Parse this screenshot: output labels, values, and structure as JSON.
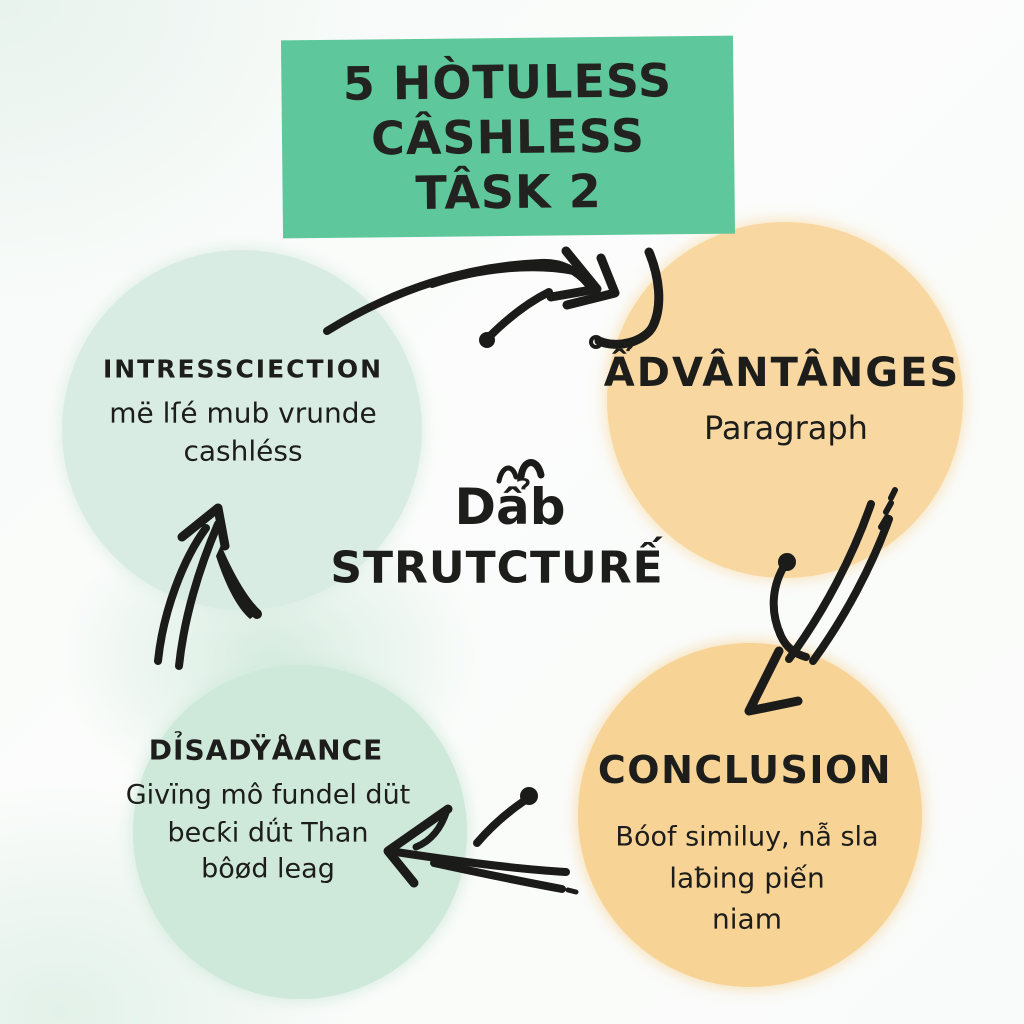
{
  "banner": {
    "line1": "5 HÒTULESS",
    "line2": "CÂSHLESS",
    "line3": "TÂSK 2",
    "bg_color": "#5ec79c"
  },
  "center": {
    "word": "Dẩb",
    "subtitle": "STRUTCTURẾ"
  },
  "nodes": {
    "introduction": {
      "heading": "INTRESSCIECTION",
      "line1": "më lſé mub vrunde",
      "line2": "cashléss",
      "color": "#d9ece3"
    },
    "advantages": {
      "heading": "ẨDVÂNTÂNGES",
      "line1": "Paragraph",
      "color": "#f8d8a0"
    },
    "disadvantages": {
      "heading": "DỈSADŸÅANCE",
      "line1": "Givïng mô fundel düt",
      "line2": "becƙi dǘt Than",
      "line3": "bôød leag",
      "color": "#cee8da"
    },
    "conclusion": {
      "heading": "CONCLUSION",
      "line1": "Bóof similuy, nẫ sla",
      "line2": "laƀing piến",
      "line3": "niam",
      "color": "#f7d395"
    }
  },
  "icons": {
    "arrow_intro_to_advantages": "hand-drawn-arc-arrow-right",
    "arrow_advantages_to_conclusion": "hand-drawn-curved-arrow-down-left",
    "arrow_conclusion_to_disadvantages": "hand-drawn-arrow-left",
    "arrow_disadvantages_to_introduction": "hand-drawn-arrow-up",
    "center_doodle": "double-arch-squiggle"
  },
  "colors": {
    "banner_green": "#5ec79c",
    "mint_circle": "#d9ece3",
    "mint_circle_dark": "#cee8da",
    "peach_circle": "#f8d8a0",
    "peach_circle_dark": "#f7d395",
    "ink": "#1d1d1b",
    "background": "#fafcfb"
  }
}
